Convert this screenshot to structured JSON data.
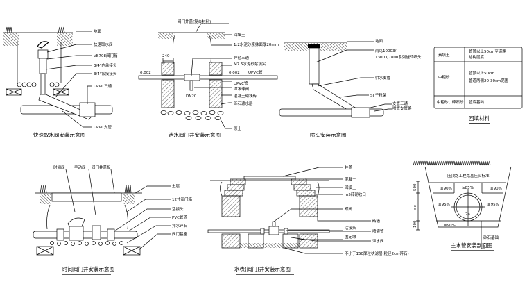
{
  "panels": {
    "quick_valve": {
      "title": "快速取水阀安装示意图",
      "labels": [
        "地面",
        "快速取水阀",
        "VB708阀门箱",
        "3/4\"内丝接头",
        "3/4\"铰接接头",
        "UPVC三通",
        "UPVC支管"
      ]
    },
    "drain_valve_well": {
      "title": "泄水阀门井安装示意图",
      "labels": [
        "阀门井盖(复合材料)",
        "回填土",
        "1:2水泥砂浆抹面厚20mm",
        "异径三通",
        "M7.5水泥砂浆填实",
        "UPVC管",
        "UPVC管",
        "泄水球阀",
        "混凝土砌块砖",
        "砾石滤水层",
        "原土"
      ],
      "dim_240": "240",
      "level_left": "0.002",
      "level_right": "0.002",
      "dn": "DN20"
    },
    "sprinkler": {
      "title": "喷头安装示意图",
      "labels": [
        "地面",
        "雨鸟10003/",
        "13003/7800系列旋转喷头",
        "供水支管",
        "SJ 千秋架",
        "支管三通",
        "喷管支管路"
      ]
    },
    "backfill": {
      "title": "回填材料",
      "rows": [
        {
          "material": "素填土",
          "range": [
            "管顶以上50cm至道路",
            "结构层底"
          ]
        },
        {
          "material": "中粗砂",
          "range": [
            "管顶以上50cm",
            "管道两侧20-30cm范围"
          ]
        },
        {
          "material": "中粗砂、碎石砂",
          "range": [
            "管底基础"
          ]
        }
      ]
    },
    "timer_valve_well": {
      "title": "时间阀门井安装示意图",
      "top_labels": [
        "时间阀",
        "手动阀",
        "阀门井盖板"
      ],
      "labels": [
        "土层",
        "12寸阀门箱",
        "活接头",
        "PVC管道",
        "排水碎石",
        "阀门基座"
      ]
    },
    "meter_well": {
      "title": "水表(阀门)井安装示意图",
      "labels": [
        "井盖",
        "混凝土",
        "回填土",
        "m5砖砌收口",
        "蝶阀",
        "砖墙",
        "活接头",
        "喷灌管",
        "固定墩",
        "泄水阀",
        "不小于150厚粒状滤层(粒径2cm碎石)"
      ]
    },
    "main_pipe": {
      "title": "主水管安装剖面图",
      "standard": "压顶路工程路基压实标准",
      "compaction": [
        "≥90%",
        "≥85%",
        "≥90%",
        "≥95%",
        "≥95%",
        "≥90%"
      ],
      "center_mark": "2a",
      "base": "砂石基础",
      "dims": [
        "500",
        "de",
        "100"
      ]
    }
  }
}
